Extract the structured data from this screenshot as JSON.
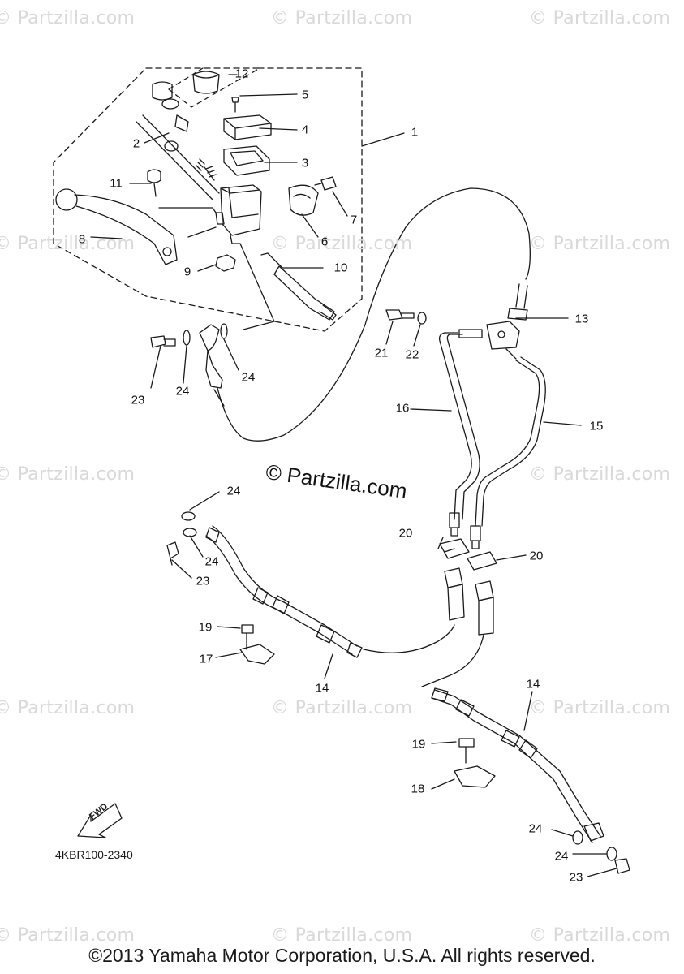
{
  "watermark_text": "© Partzilla.com",
  "watermarks": [
    {
      "id": "wm-1"
    },
    {
      "id": "wm-2"
    },
    {
      "id": "wm-3"
    },
    {
      "id": "wm-4"
    },
    {
      "id": "wm-5"
    },
    {
      "id": "wm-6"
    },
    {
      "id": "wm-7"
    },
    {
      "id": "wm-8"
    },
    {
      "id": "wm-9"
    },
    {
      "id": "wm-10"
    },
    {
      "id": "wm-11"
    },
    {
      "id": "wm-12"
    },
    {
      "id": "wm-13"
    },
    {
      "id": "wm-14"
    },
    {
      "id": "wm-15"
    }
  ],
  "center_brand": "© Partzilla.com",
  "callouts": [
    "1",
    "2",
    "3",
    "4",
    "5",
    "6",
    "7",
    "8",
    "9",
    "10",
    "11",
    "12",
    "13",
    "14",
    "14",
    "15",
    "16",
    "17",
    "18",
    "19",
    "19",
    "20",
    "20",
    "21",
    "22",
    "23",
    "23",
    "23",
    "24",
    "24",
    "24",
    "24",
    "24",
    "24"
  ],
  "fwd_label": "FWD",
  "part_code": "4KBR100-2340",
  "copyright": "©2013 Yamaha Motor Corporation, U.S.A. All rights reserved."
}
